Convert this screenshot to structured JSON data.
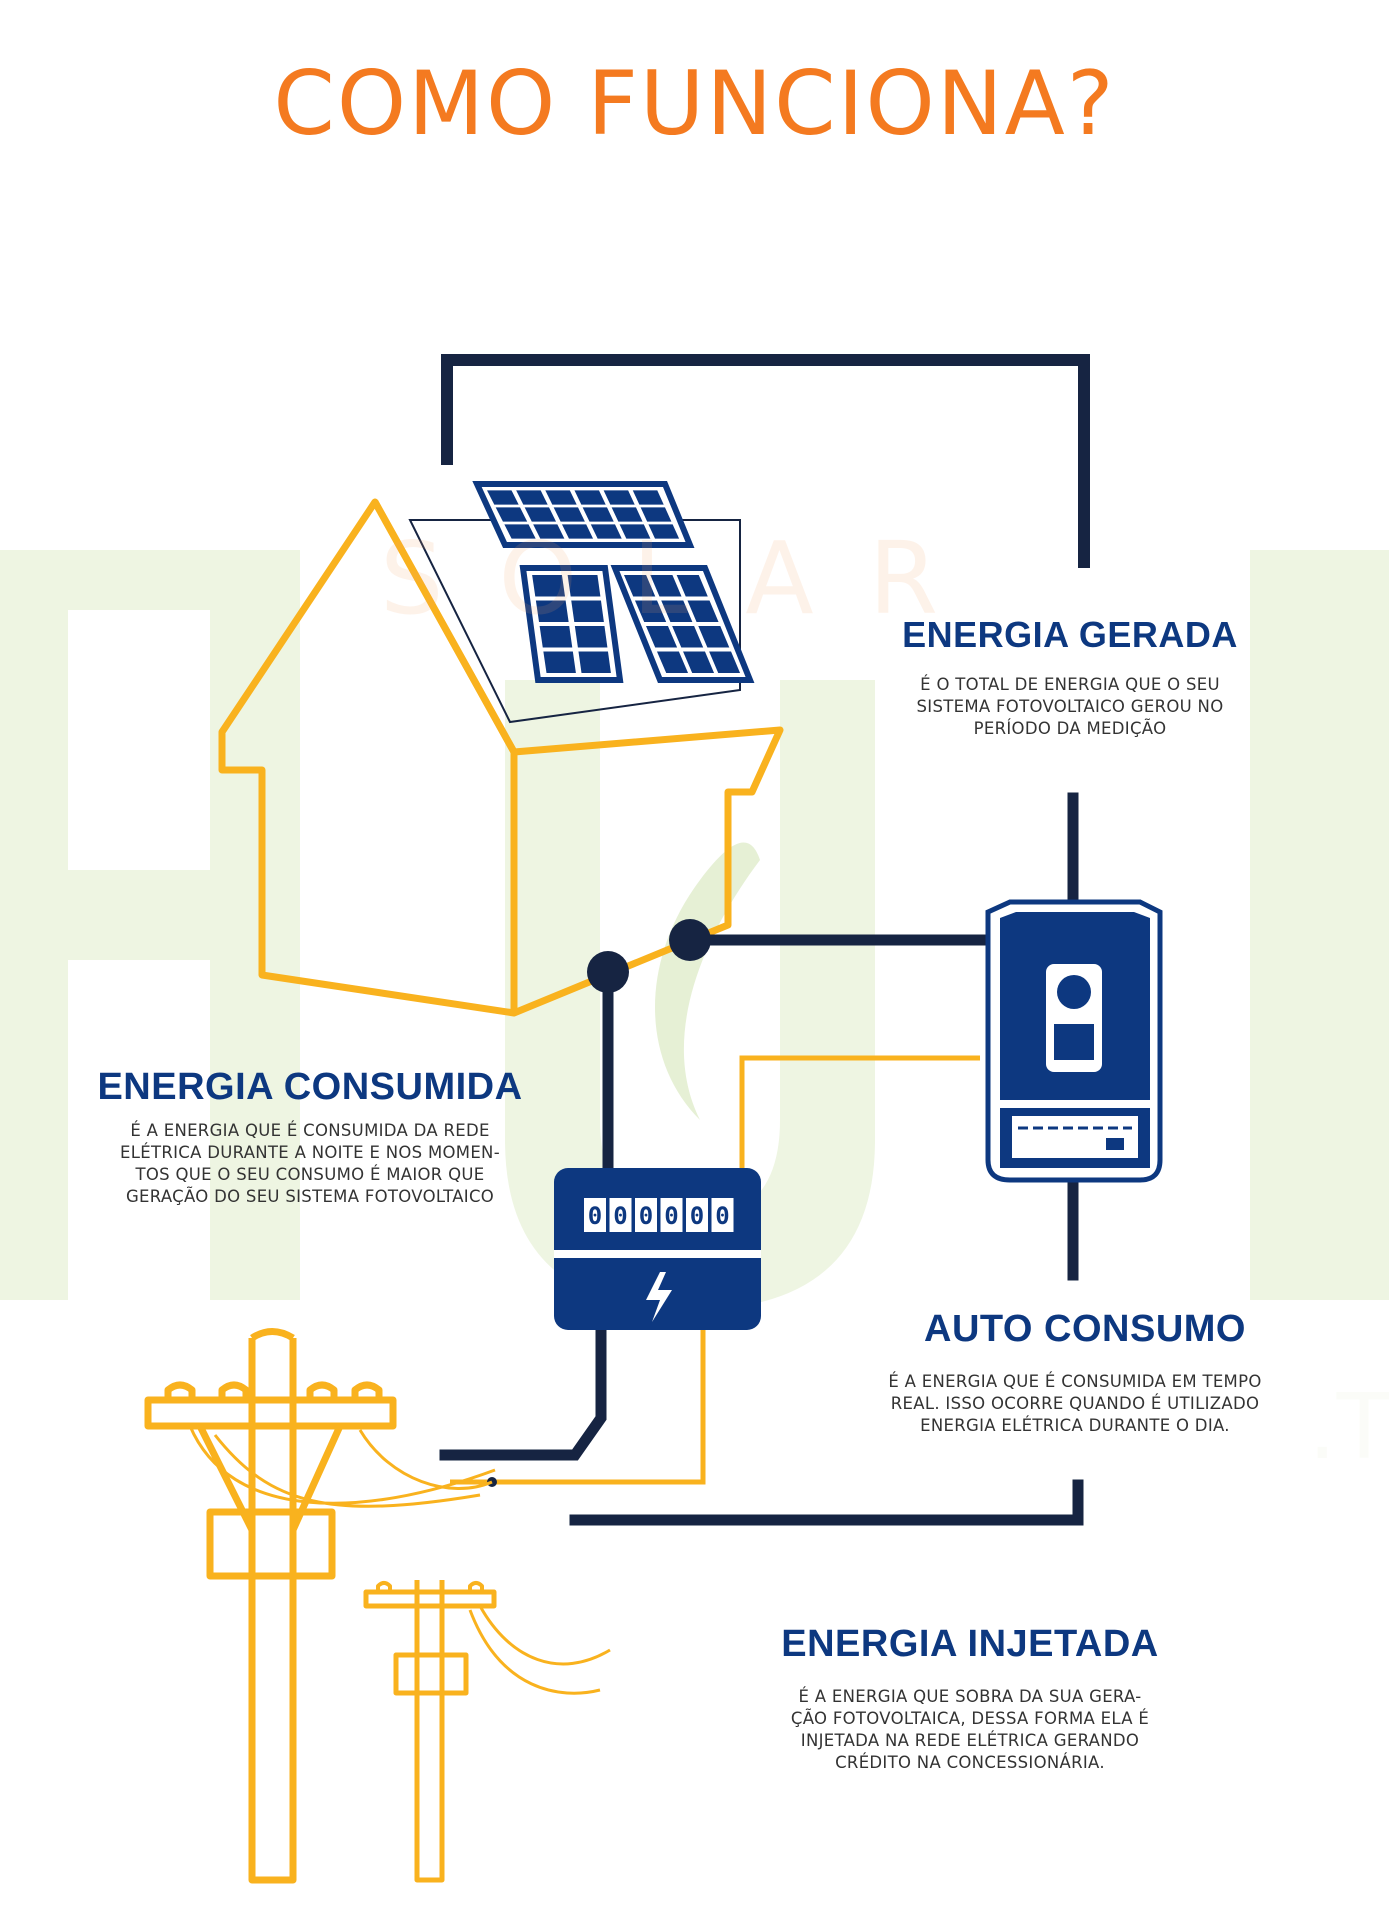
{
  "title": "COMO FUNCIONA?",
  "colors": {
    "orange": "#f47a20",
    "navy": "#0d3880",
    "dark": "#162442",
    "yellow": "#f9b21e",
    "watermark_green": "#eef5e2",
    "watermark_orange": "#f6a66a",
    "text_gray": "#333333"
  },
  "sections": {
    "gerada": {
      "heading": "ENERGIA GERADA",
      "lines": [
        "É O TOTAL DE ENERGIA QUE O SEU",
        "SISTEMA FOTOVOLTAICO GEROU NO",
        "PERÍODO DA MEDIÇÃO"
      ]
    },
    "consumida": {
      "heading": "ENERGIA CONSUMIDA",
      "lines": [
        "É A ENERGIA QUE É CONSUMIDA DA REDE",
        "ELÉTRICA DURANTE A NOITE E NOS MOMEN-",
        "TOS QUE O SEU CONSUMO É MAIOR QUE",
        "GERAÇÃO DO SEU SISTEMA FOTOVOLTAICO"
      ]
    },
    "auto": {
      "heading": "AUTO CONSUMO",
      "lines": [
        "É A ENERGIA QUE É CONSUMIDA EM TEMPO",
        "REAL. ISSO OCORRE QUANDO É UTILIZADO",
        "ENERGIA ELÉTRICA DURANTE O DIA."
      ]
    },
    "injetada": {
      "heading": "ENERGIA INJETADA",
      "lines": [
        "É A ENERGIA QUE SOBRA DA SUA GERA-",
        "ÇÃO FOTOVOLTAICA, DESSA FORMA ELA É",
        "INJETADA NA REDE ELÉTRICA GERANDO",
        "CRÉDITO NA CONCESSIONÁRIA."
      ]
    }
  },
  "meter": {
    "display": "000000"
  },
  "watermark": {
    "letters": "SOLAR",
    "word": "HUB",
    "dot": ".T"
  },
  "icons": {
    "house": "house-outline-icon",
    "solar_panel": "solar-panel-icon",
    "inverter": "inverter-icon",
    "meter": "electric-meter-icon",
    "bolt": "lightning-bolt-icon",
    "pole": "utility-pole-icon"
  }
}
